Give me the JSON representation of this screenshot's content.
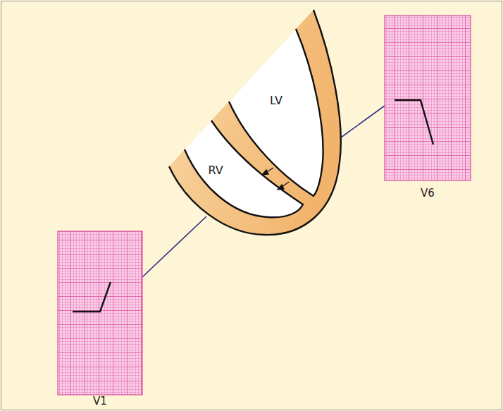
{
  "diagram": {
    "labels": [
      "LV",
      "RV",
      "V6",
      "V1"
    ]
  }
}
